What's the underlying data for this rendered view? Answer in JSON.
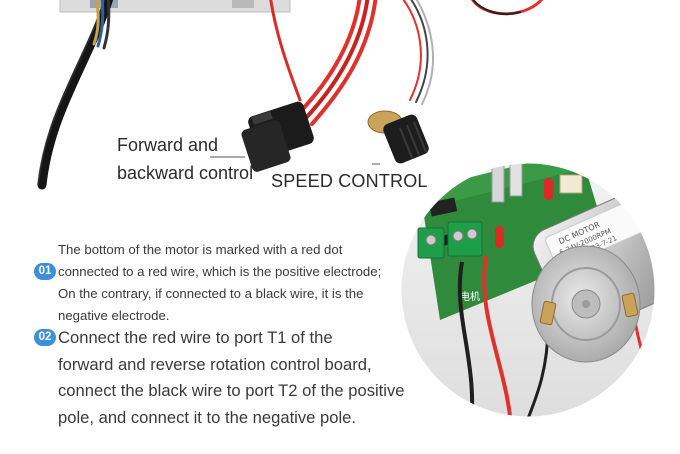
{
  "callouts": {
    "direction_line1": "Forward and",
    "direction_line2": "backward control",
    "speed": "SPEED CONTROL"
  },
  "notes": [
    {
      "badge": "01",
      "lines": [
        "The bottom of the motor is marked with a red dot",
        "connected to a red wire, which is the positive electrode;",
        "On the contrary, if connected to a black wire, it is the",
        "negative electrode."
      ]
    },
    {
      "badge": "02",
      "lines": [
        "Connect the red wire to port T1 of the",
        "forward and reverse rotation control board,",
        "connect the black wire to port T2 of the positive",
        "pole, and connect it to the negative pole."
      ]
    }
  ],
  "motor_label": {
    "line1": "DC MOTOR",
    "line2": "6-24V-2000RPM",
    "line3": "2023-7-21"
  },
  "board_label": "电机",
  "colors": {
    "badge": "#3c8fd9",
    "wire_red": "#e0322c",
    "wire_black": "#1f1f1f",
    "terminal_green": "#1f9e4a",
    "pcb_green": "#2f8a3c"
  }
}
